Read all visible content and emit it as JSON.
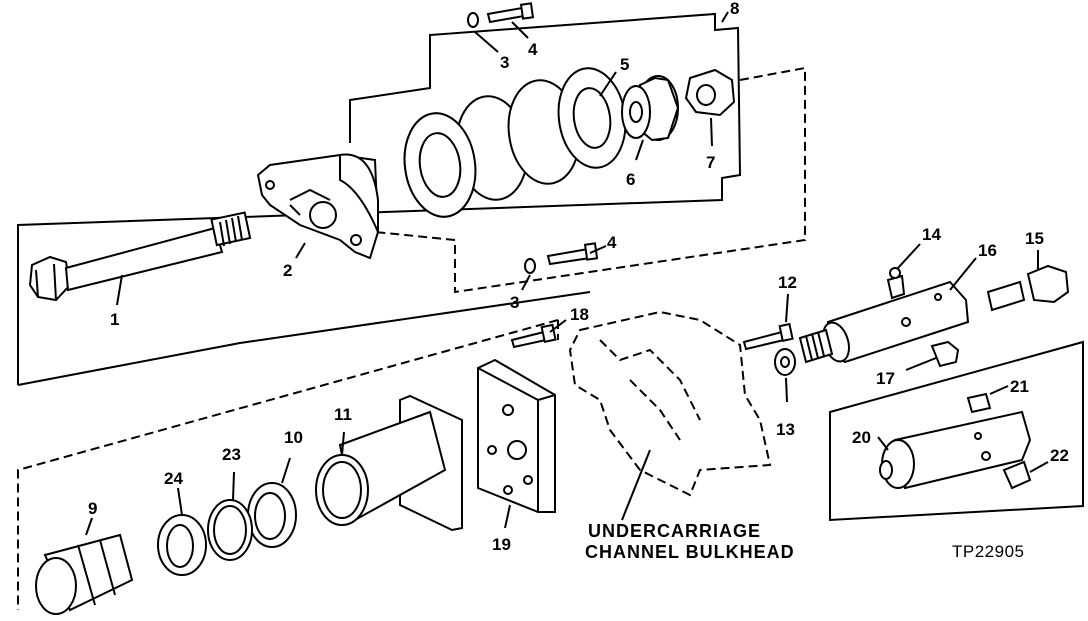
{
  "figure_ref": "TP22905",
  "caption_line1": "UNDERCARRIAGE",
  "caption_line2": "CHANNEL BULKHEAD",
  "callouts": [
    {
      "key": "c1",
      "label": "1"
    },
    {
      "key": "c2",
      "label": "2"
    },
    {
      "key": "c3a",
      "label": "3"
    },
    {
      "key": "c3b",
      "label": "3"
    },
    {
      "key": "c4a",
      "label": "4"
    },
    {
      "key": "c4b",
      "label": "4"
    },
    {
      "key": "c5",
      "label": "5"
    },
    {
      "key": "c6",
      "label": "6"
    },
    {
      "key": "c7",
      "label": "7"
    },
    {
      "key": "c8",
      "label": "8"
    },
    {
      "key": "c9",
      "label": "9"
    },
    {
      "key": "c10",
      "label": "10"
    },
    {
      "key": "c11",
      "label": "11"
    },
    {
      "key": "c12",
      "label": "12"
    },
    {
      "key": "c13",
      "label": "13"
    },
    {
      "key": "c14",
      "label": "14"
    },
    {
      "key": "c15",
      "label": "15"
    },
    {
      "key": "c16",
      "label": "16"
    },
    {
      "key": "c17",
      "label": "17"
    },
    {
      "key": "c18",
      "label": "18"
    },
    {
      "key": "c19",
      "label": "19"
    },
    {
      "key": "c20",
      "label": "20"
    },
    {
      "key": "c21",
      "label": "21"
    },
    {
      "key": "c22",
      "label": "22"
    },
    {
      "key": "c23",
      "label": "23"
    },
    {
      "key": "c24",
      "label": "24"
    }
  ]
}
